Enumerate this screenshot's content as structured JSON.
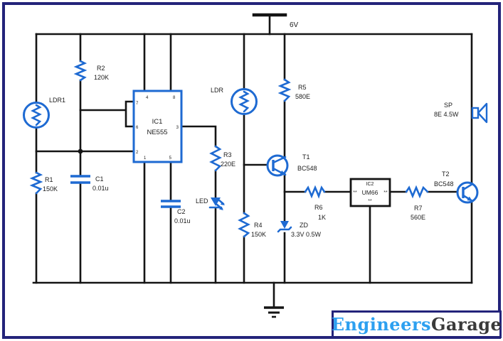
{
  "power": {
    "label": "6V"
  },
  "ic1": {
    "ref": "IC1",
    "part": "NE555",
    "pins": {
      "1": "1",
      "2": "2",
      "3": "3",
      "4": "4",
      "5": "5",
      "6": "6",
      "7": "7",
      "8": "8"
    }
  },
  "components": {
    "ldr1": {
      "label": "LDR1"
    },
    "ldr2": {
      "label": "LDR"
    },
    "r1": {
      "ref": "R1",
      "value": "150K"
    },
    "r2": {
      "ref": "R2",
      "value": "120K"
    },
    "r3": {
      "ref": "R3",
      "value": "220E"
    },
    "r4": {
      "ref": "R4",
      "value": "150K"
    },
    "r5": {
      "ref": "R5",
      "value": "580E"
    },
    "r6": {
      "ref": "R6",
      "value": "1K"
    },
    "r7": {
      "ref": "R7",
      "value": "560E"
    },
    "c1": {
      "ref": "C1",
      "value": "0.01u"
    },
    "c2": {
      "ref": "C2",
      "value": "0.01u"
    },
    "led": {
      "label": "LED"
    },
    "zd": {
      "ref": "ZD",
      "value": "3.3V 0.5W"
    },
    "t1": {
      "ref": "T1",
      "part": "BC548"
    },
    "t2": {
      "ref": "T2",
      "part": "BC548"
    },
    "ic2": {
      "ref": "IC2",
      "part": "UM66",
      "pin_marker": "**"
    },
    "sp": {
      "ref": "SP",
      "value": "8E 4.5W"
    }
  },
  "logo": {
    "first": "Engineers",
    "second": "Garage"
  },
  "colors": {
    "component_blue": "#1e6ad2",
    "wire_black": "#141414",
    "frame_navy": "#23237a",
    "logo_blue": "#2da0f0",
    "logo_dark": "#3a3a3a",
    "background": "#ffffff"
  }
}
